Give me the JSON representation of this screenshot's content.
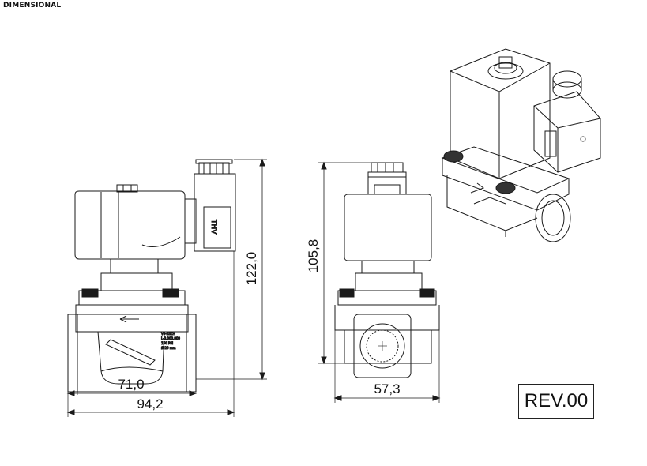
{
  "header": {
    "title": "DIMENSIONAL"
  },
  "dimensions": {
    "side_height": "122,0",
    "side_body_width": "71,0",
    "side_total_width": "94,2",
    "front_height": "105,8",
    "front_width": "57,3"
  },
  "markings": {
    "connector_brand": "THV",
    "body_label_1": "V9-2SZH",
    "body_label_2": "L-0.000.000",
    "body_label_3": "150 PSI",
    "body_label_4": "Ø 20 mm"
  },
  "revision": {
    "label": "REV.00"
  },
  "icons": [
    "flow-arrow-icon",
    "hex-bolt-icon"
  ]
}
